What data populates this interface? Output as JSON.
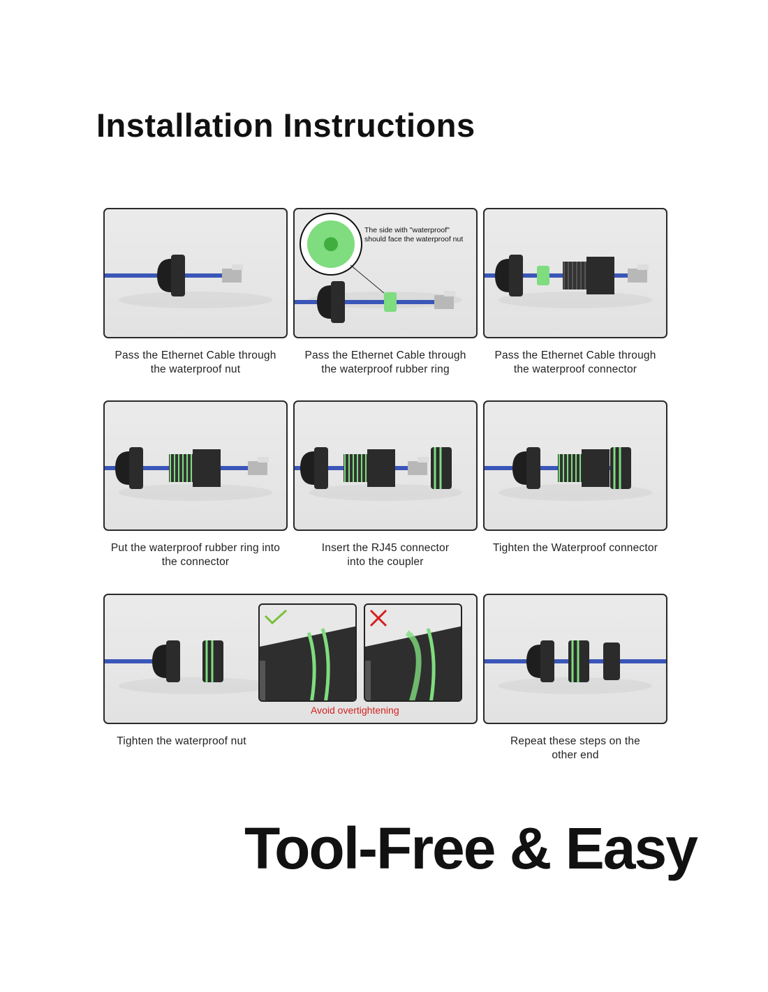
{
  "header": {
    "title": "Installation Instructions"
  },
  "steps": [
    {
      "caption_line1": "Pass the Ethernet Cable through",
      "caption_line2": "the waterproof nut"
    },
    {
      "caption_line1": "Pass the Ethernet Cable through",
      "caption_line2": "the waterproof rubber ring",
      "note_line1": "The side with \"waterproof\"",
      "note_line2": "should face the waterproof nut"
    },
    {
      "caption_line1": "Pass the Ethernet Cable through",
      "caption_line2": "the waterproof connector"
    },
    {
      "caption_line1": "Put the waterproof rubber ring into",
      "caption_line2": "the connector"
    },
    {
      "caption_line1": "Insert the RJ45 connector",
      "caption_line2": "into the coupler"
    },
    {
      "caption_line1": "Tighten the Waterproof connector",
      "caption_line2": ""
    },
    {
      "caption_line1": "Tighten the waterproof nut",
      "caption_line2": "",
      "warning": "Avoid overtightening"
    },
    {
      "caption_line1": "Repeat these steps on the",
      "caption_line2": "other end"
    }
  ],
  "slogan": "Tool-Free & Easy",
  "colors": {
    "cable": "#3a56b8",
    "ring": "#7fdc7f",
    "part": "#2b2b2b",
    "warning": "#d42020",
    "check": "#7cbf3a"
  }
}
